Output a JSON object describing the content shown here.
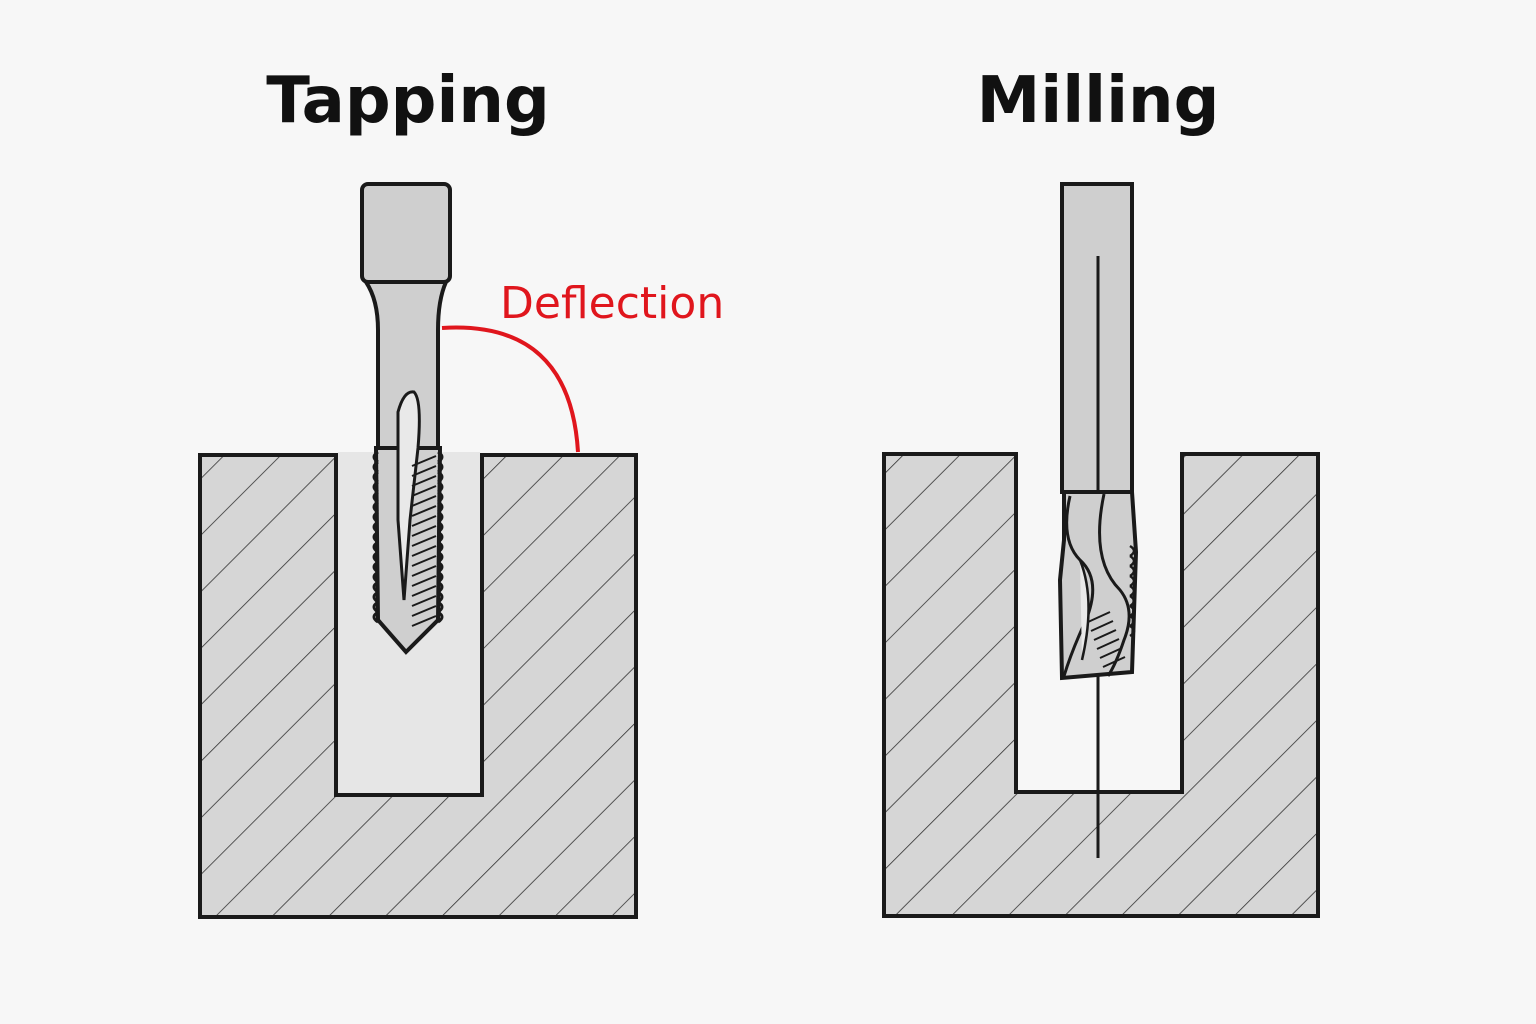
{
  "panels": {
    "tapping": {
      "title": "Tapping"
    },
    "milling": {
      "title": "Milling"
    }
  },
  "annotations": {
    "deflection": "Deflection"
  },
  "colors": {
    "background": "#f7f7f7",
    "workpiece_fill": "#d6d6d6",
    "hole_fill": "#e6e6e6",
    "outline": "#1a1a1a",
    "tool_fill": "#cfcfcf",
    "accent_red": "#e0161d"
  }
}
